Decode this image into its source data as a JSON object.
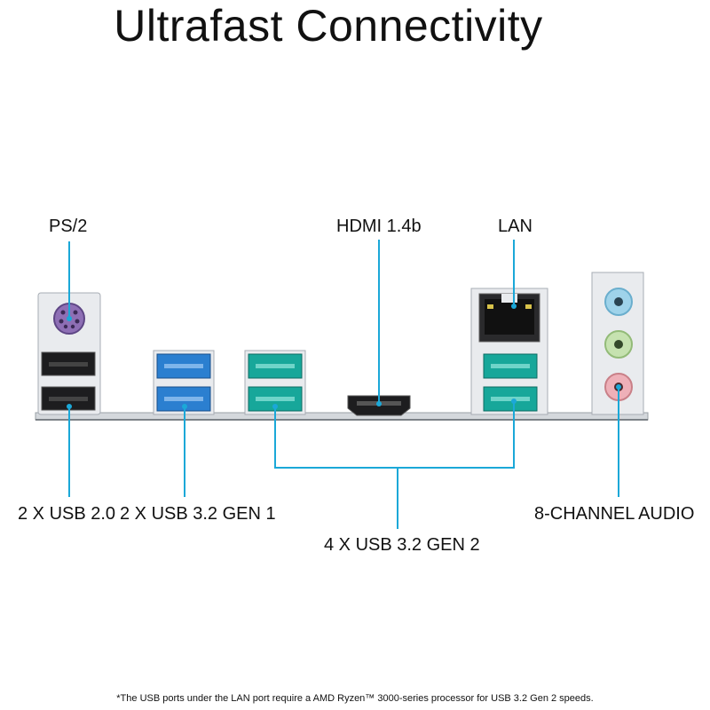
{
  "title": "Ultrafast Connectivity",
  "labels": {
    "ps2": "PS/2",
    "hdmi": "HDMI 1.4b",
    "lan": "LAN",
    "usb20": "2 X USB 2.0",
    "usb32g1": "2 X USB 3.2 GEN 1",
    "usb32g2": "4 X USB 3.2 GEN 2",
    "audio": "8-CHANNEL AUDIO"
  },
  "footnote": "*The USB ports under the LAN port require a AMD Ryzen™ 3000-series processor for USB 3.2 Gen 2 speeds.",
  "colors": {
    "leader_line": "#1ba8d8",
    "usb_gen1": "#2b7fd0",
    "usb_gen2": "#17a79a",
    "ps2_port": "#8e6fb5",
    "audio_blue": "#9fd3ea",
    "audio_green": "#c6e2b0",
    "audio_pink": "#eeb0b8",
    "io_shield": "#e8eaee"
  }
}
